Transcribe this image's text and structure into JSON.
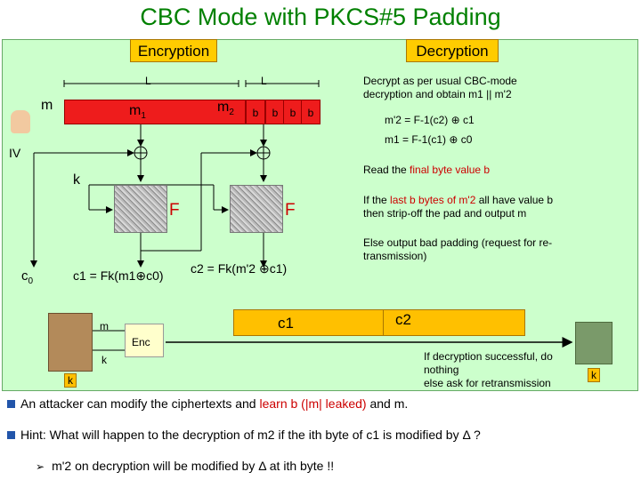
{
  "title": "CBC Mode with PKCS#5 Padding",
  "headers": {
    "encryption": "Encryption",
    "decryption": "Decryption"
  },
  "labels": {
    "L1": "L",
    "L2": "L",
    "m": "m",
    "m1": "m",
    "m1_sub": "1",
    "m2": "m",
    "m2_sub": "2",
    "pad_b": "b",
    "iv": "IV",
    "k": "k",
    "F": "F",
    "c0": "c",
    "c0_sub": "0",
    "c1_formula": "c1 = Fk(m1⊕c0)",
    "c2_formula": "c2 = Fk(m'2 ⊕c1)",
    "c1_box": "c1",
    "c2_box": "c2"
  },
  "decrypt_notes": {
    "line1": "Decrypt as per usual CBC-mode",
    "line2": "decryption and obtain m1 || m'2",
    "eq1": "m'2 = F-1(c2) ⊕ c1",
    "eq2": "m1 = F-1(c1) ⊕ c0",
    "read_pre": "Read the ",
    "read_red": "final byte value b",
    "if_pre": "If the ",
    "if_red": "last b bytes of m'2",
    "if_post": " all have value b",
    "strip": "then strip-off the pad and output m",
    "else1": "Else output bad padding (request for re-",
    "else2": "transmission)"
  },
  "scene": {
    "m_label": "m",
    "enc_label": "Enc",
    "k_label": "k",
    "k_left": "k",
    "k_right": "k",
    "success1": "If decryption successful, do",
    "success2": "nothing",
    "success3": "else ask for retransmission"
  },
  "bullets": {
    "b1_pre": "An attacker can modify the ciphertexts and ",
    "b1_red": "learn b (|m| leaked)",
    "b1_post": " and m.",
    "b2": "Hint: What will happen to the decryption of m2 if the ith byte of c1 is modified by Δ ?",
    "b3": "m'2 on decryption will be modified by Δ at ith byte !!"
  },
  "colors": {
    "title": "#008000",
    "panel": "#ccffcc",
    "header": "#ffcc00",
    "block": "#ee1c1c",
    "cbox": "#ffc000",
    "accent_red": "#cc0000"
  }
}
